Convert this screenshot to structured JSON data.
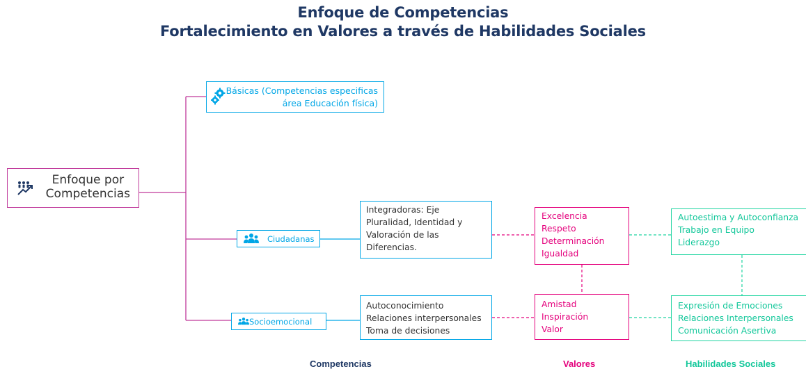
{
  "title": {
    "line1": "Enfoque de Competencias",
    "line2": "Fortalecimiento en Valores a través de Habilidades Sociales"
  },
  "root": {
    "line1": "Enfoque por",
    "line2": "Competencias",
    "icon": "growth-people-icon"
  },
  "branches": {
    "basicas": {
      "line1": "Básicas (Competencias especificas",
      "line2": "área Educación física)",
      "icon": "gears-icon"
    },
    "ciudadanas": {
      "label": "Ciudadanas",
      "icon": "people-group-icon"
    },
    "socioemocional": {
      "label": "Socioemocional",
      "icon": "people-group-icon"
    }
  },
  "competencias": {
    "integradoras": [
      "Integradoras:  Eje",
      "Pluralidad, Identidad y",
      "Valoración de las",
      "Diferencias."
    ],
    "socioemocional": [
      "Autoconocimiento",
      "Relaciones interpersonales",
      "Toma de decisiones"
    ]
  },
  "valores": {
    "group1": [
      "Excelencia",
      "Respeto",
      "Determinación",
      "Igualdad"
    ],
    "group2": [
      "Amistad",
      "Inspiración",
      "Valor"
    ]
  },
  "habilidades": {
    "group1": [
      "Autoestima y Autoconfianza",
      "Trabajo en Equipo",
      "Liderazgo"
    ],
    "group2": [
      "Expresión de Emociones",
      "Relaciones Interpersonales",
      "Comunicación Asertiva"
    ]
  },
  "footer": {
    "competencias": "Competencias",
    "valores": "Valores",
    "habilidades": "Habilidades Sociales"
  },
  "colors": {
    "title": "#1f3864",
    "magenta": "#c0399b",
    "blue": "#00a6e6",
    "pink": "#e4007c",
    "green": "#12c79a"
  }
}
